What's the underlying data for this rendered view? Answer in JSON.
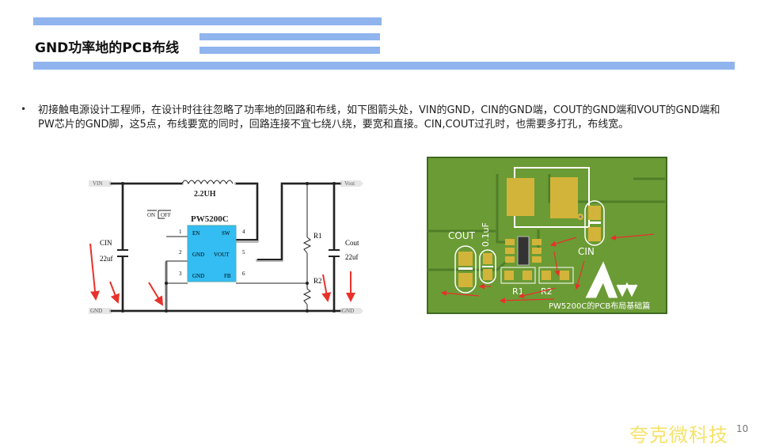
{
  "slide": {
    "title": "GND功率地的PCB布线",
    "bullet_symbol": "•",
    "paragraph": "初接触电源设计工程师，在设计时往往忽略了功率地的回路和布线，如下图箭头处，VIN的GND，CIN的GND端，COUT的GND端和VOUT的GND端和PW芯片的GND脚，这5点，布线要宽的同时，回路连接不宜七绕八绕，要宽和直接。CIN,COUT过孔时，也需要多打孔，布线宽。",
    "watermark": "夸克微科技",
    "page_number": "10"
  },
  "schematic": {
    "vin": "VIN",
    "vout": "Vout",
    "gnd_left": "GND",
    "gnd_right": "GND",
    "inductor": "2.2UH",
    "on_off": "ON",
    "off": "OFF",
    "chip": "PW5200C",
    "pins_left": [
      {
        "num": "1",
        "name": "EN"
      },
      {
        "num": "2",
        "name": "GND"
      },
      {
        "num": "3",
        "name": "GND"
      }
    ],
    "pins_right": [
      {
        "num": "4",
        "name": "SW"
      },
      {
        "num": "5",
        "name": "VOUT"
      },
      {
        "num": "6",
        "name": "FB"
      }
    ],
    "cin": "CIN",
    "cin_val": "22uf",
    "cout": "Cout",
    "cout_val": "22uf",
    "r1": "R1",
    "r2": "R2",
    "chip_color": "#33bdf2",
    "arrow_color": "#e8312a"
  },
  "pcb": {
    "cout": "COUT",
    "cap": "0.1uF",
    "cin": "CIN",
    "r1": "R1",
    "r2": "R2",
    "caption": "PW5200C的PCB布局基础篇",
    "board_color": "#6b9b35",
    "pad_color": "#d3b43a"
  }
}
